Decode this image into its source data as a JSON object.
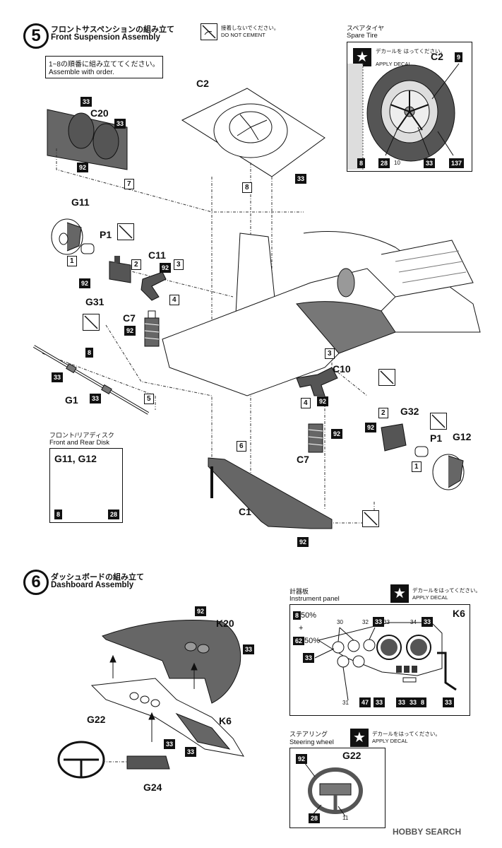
{
  "step5": {
    "number": "5",
    "title_jp": "フロントサスペンションの組み立て",
    "title_en": "Front Suspension Assembly",
    "no_cement_jp": "接着しないでください。",
    "no_cement_en": "DO NOT CEMENT",
    "order_jp": "1~8の順番に組み立ててください。",
    "order_en": "Assemble with order."
  },
  "spare_tire": {
    "title_jp": "スペアタイヤ",
    "title_en": "Spare Tire",
    "decal_jp": "デカールを はってください。",
    "decal_en": "APPLY DECAL",
    "part": "C2",
    "callouts": [
      "9",
      "8",
      "28",
      "10",
      "33",
      "137"
    ]
  },
  "disk": {
    "title_jp": "フロント/リアディスク",
    "title_en": "Front and Rear Disk",
    "parts": "G11, G12",
    "callouts": [
      "8",
      "28"
    ]
  },
  "step6": {
    "number": "6",
    "title_jp": "ダッシュボードの組み立て",
    "title_en": "Dashboard Assembly"
  },
  "instrument": {
    "title_jp": "計器板",
    "title_en": "Instrument panel",
    "decal_jp": "デカールをはってください。",
    "decal_en": "APPLY DECAL",
    "part": "K6",
    "mix_a": "8",
    "mix_a_pct": "50%",
    "plus": "+",
    "mix_b": "62",
    "mix_b_pct": "50%",
    "callouts_top": [
      "30",
      "32",
      "33",
      "33",
      "34",
      "33"
    ],
    "callouts_bottom": [
      "31",
      "47",
      "33",
      "33",
      "33",
      "8",
      "33"
    ],
    "left_callout": "33"
  },
  "steering": {
    "title_jp": "ステアリング",
    "title_en": "Steering wheel",
    "decal_jp": "デカールをはってください。",
    "decal_en": "APPLY DECAL",
    "part": "G22",
    "callouts": [
      "92",
      "28",
      "11"
    ]
  },
  "labels": {
    "C2": "C2",
    "C20": "C20",
    "G11": "G11",
    "P1": "P1",
    "C11": "C11",
    "G31": "G31",
    "C7": "C7",
    "G1": "G1",
    "C10": "C10",
    "G32": "G32",
    "G12": "G12",
    "C1": "C1",
    "K20": "K20",
    "K6": "K6",
    "G22": "G22",
    "G24": "G24"
  },
  "steps": [
    "1",
    "2",
    "3",
    "4",
    "5",
    "6",
    "7",
    "8"
  ],
  "watermark": "HOBBY SEARCH"
}
